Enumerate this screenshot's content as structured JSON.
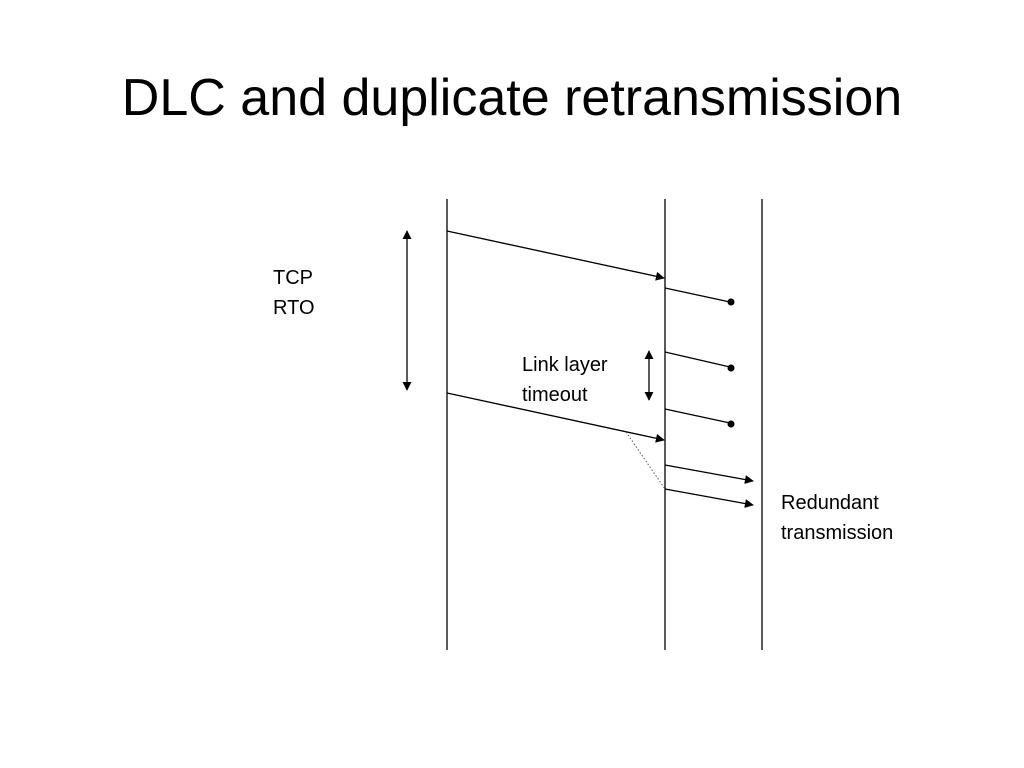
{
  "slide": {
    "title": "DLC and duplicate retransmission"
  },
  "labels": {
    "tcp_rto": [
      "TCP",
      "RTO"
    ],
    "link_layer_timeout": [
      "Link layer",
      "timeout"
    ],
    "redundant_transmission": [
      "Redundant",
      "transmission"
    ]
  },
  "colors": {
    "line": "#000000",
    "dotted_line": "#555555",
    "background": "#ffffff"
  }
}
